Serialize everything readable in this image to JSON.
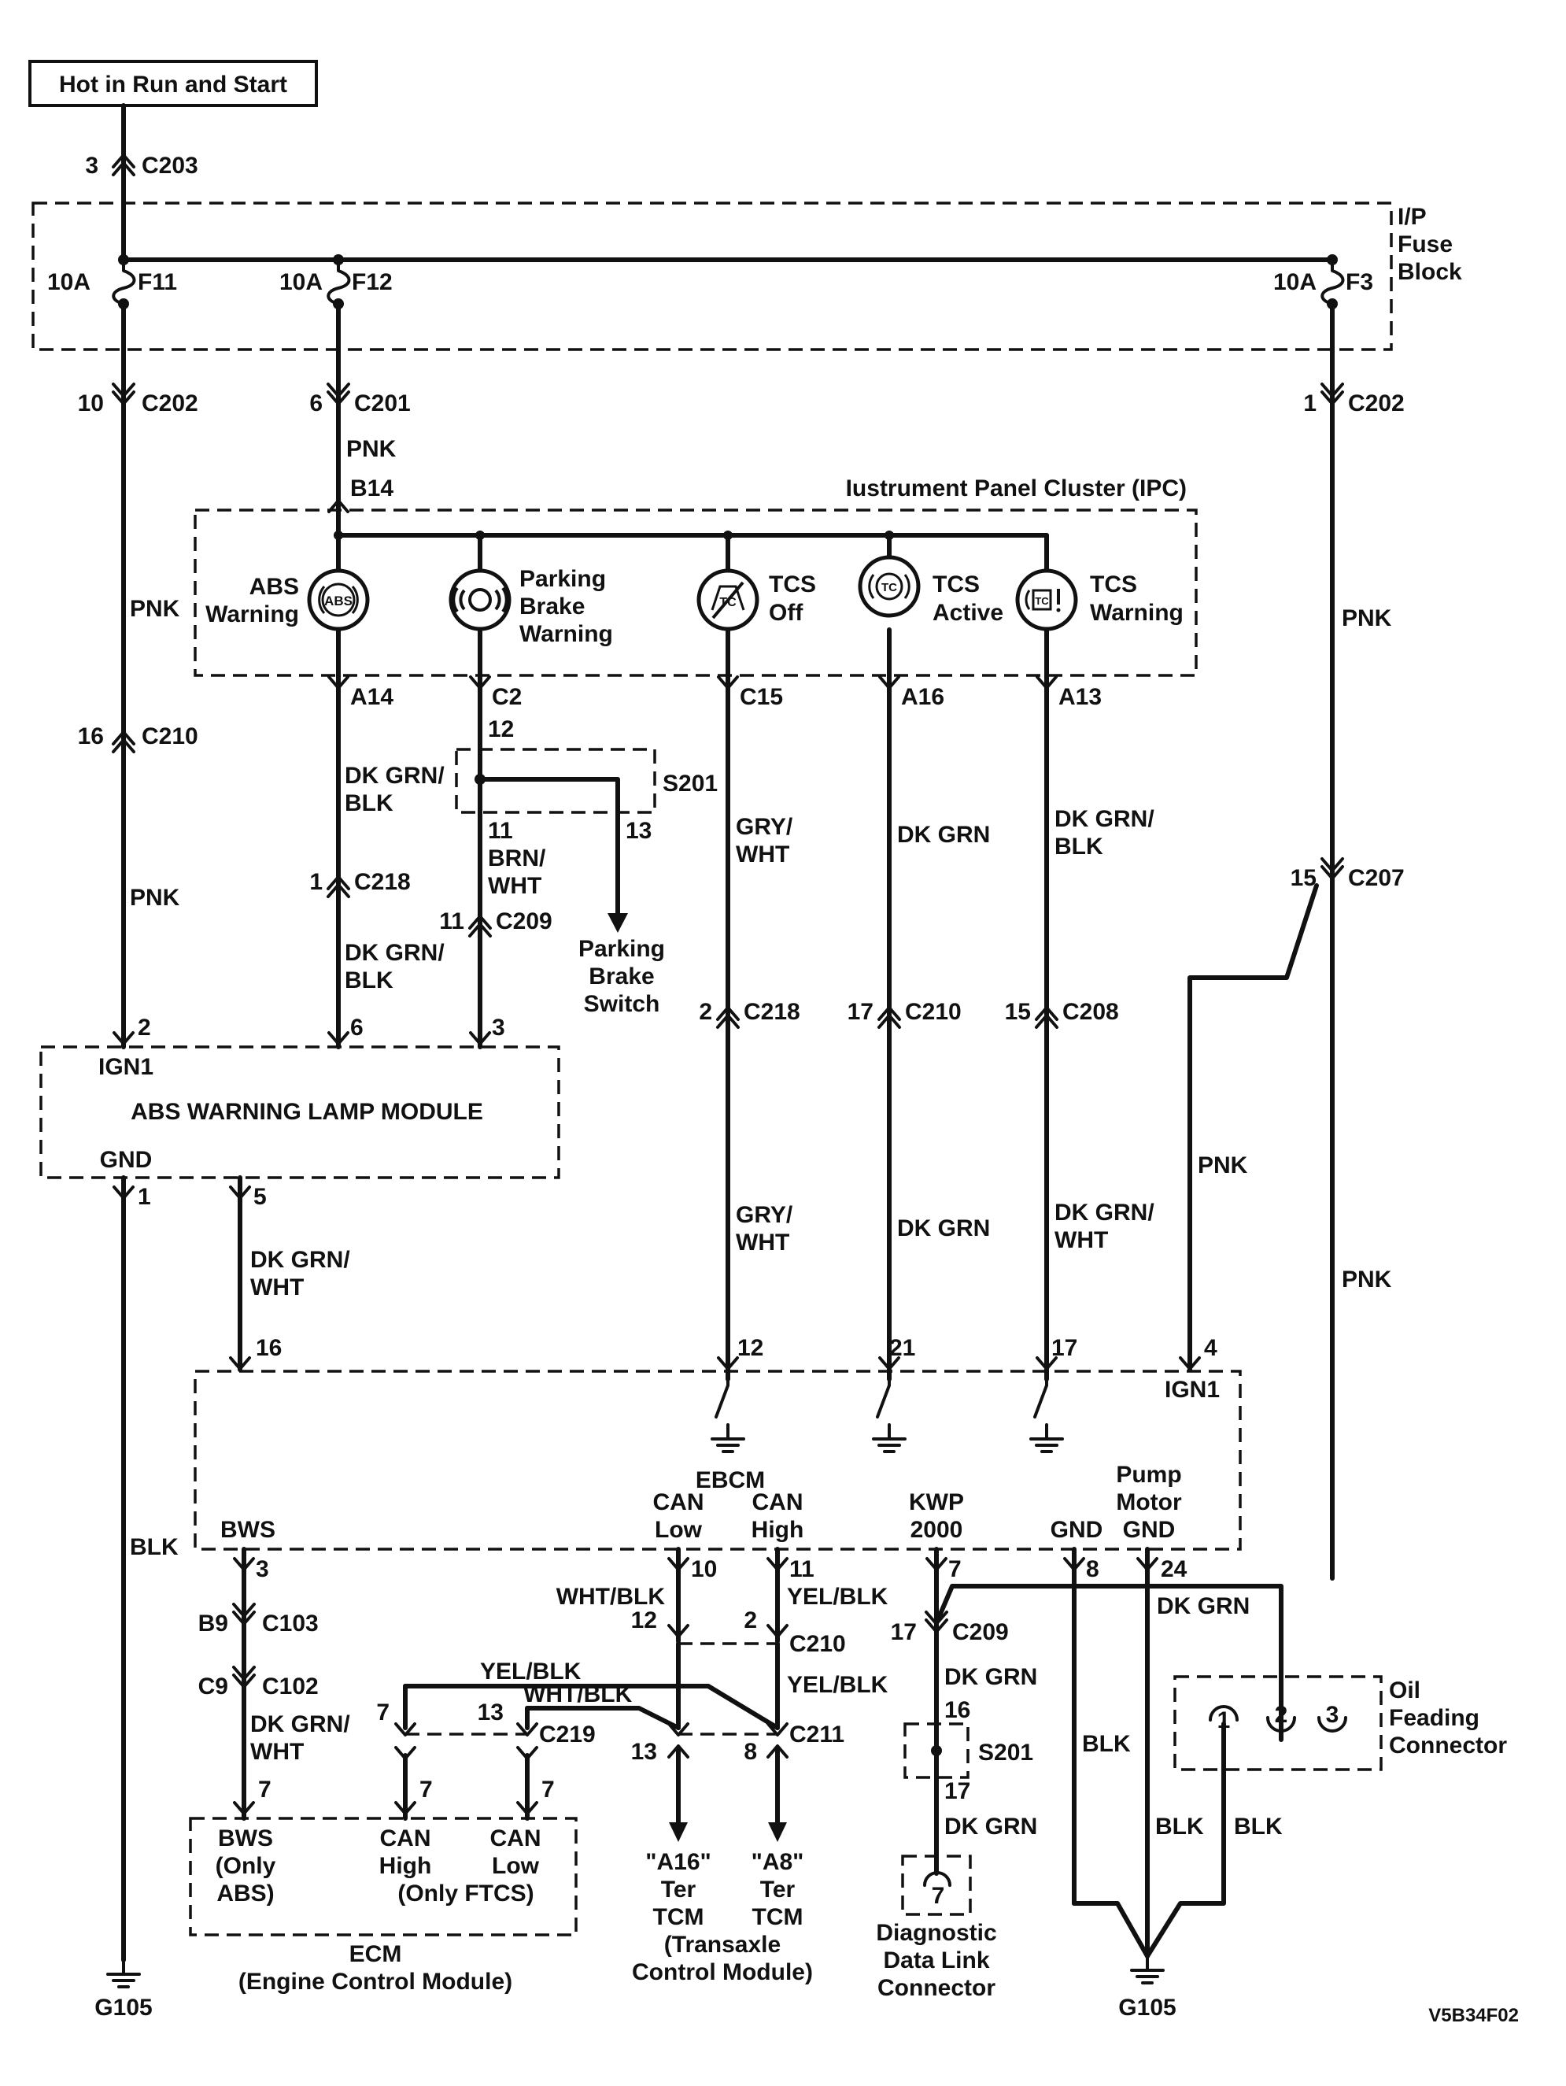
{
  "header": {
    "power_label": "Hot in Run and Start"
  },
  "fuse_block": {
    "label_line1": "I/P",
    "label_line2": "Fuse",
    "label_line3": "Block",
    "fuses": [
      {
        "rating": "10A",
        "name": "F11"
      },
      {
        "rating": "10A",
        "name": "F12"
      },
      {
        "rating": "10A",
        "name": "F3"
      }
    ]
  },
  "connectors": {
    "c203_top": {
      "pin": "3",
      "name": "C203"
    },
    "c202_left": {
      "pin": "10",
      "name": "C202"
    },
    "c201": {
      "pin": "6",
      "name": "C201"
    },
    "c202_right": {
      "pin": "1",
      "name": "C202"
    },
    "c210_left": {
      "pin": "16",
      "name": "C210"
    },
    "c218_abs": {
      "pin": "1",
      "name": "C218"
    },
    "c209_park": {
      "pin": "11",
      "name": "C209"
    },
    "c207": {
      "pin": "15",
      "name": "C207"
    },
    "c218_tcs": {
      "pin": "2",
      "name": "C218"
    },
    "c210_tcs": {
      "pin": "17",
      "name": "C210"
    },
    "c208": {
      "pin": "15",
      "name": "C208"
    },
    "c103": {
      "pin": "B9",
      "name": "C103"
    },
    "c102": {
      "pin": "C9",
      "name": "C102"
    },
    "c219_a": {
      "pin": "7"
    },
    "c219_b": {
      "pin": "13",
      "name": "C219"
    },
    "c210_can": {
      "pin_a": "12",
      "pin_b": "2",
      "name": "C210"
    },
    "c211": {
      "pin_a": "13",
      "pin_b": "8",
      "name": "C211"
    },
    "c209_kwp": {
      "pin": "17",
      "name": "C209"
    }
  },
  "wires": {
    "pnk": "PNK",
    "dk_grn_blk_1": "DK GRN/",
    "dk_grn_blk_2": "BLK",
    "brn_wht_1": "BRN/",
    "brn_wht_2": "WHT",
    "gry_wht_1": "GRY/",
    "gry_wht_2": "WHT",
    "dk_grn": "DK GRN",
    "dk_grn_wht_1": "DK GRN/",
    "dk_grn_wht_2": "WHT",
    "blk": "BLK",
    "wht_blk": "WHT/BLK",
    "yel_blk": "YEL/BLK"
  },
  "ipc": {
    "title": "Iustrument Panel Cluster (IPC)",
    "pin_top": "B14",
    "lamps": [
      {
        "name_1": "ABS",
        "name_2": "Warning",
        "pin": "A14",
        "icon": "abs-lamp"
      },
      {
        "name_1": "Parking",
        "name_2": "Brake",
        "name_3": "Warning",
        "pin": "C2",
        "icon": "brake-lamp"
      },
      {
        "name_1": "TCS",
        "name_2": "Off",
        "pin": "C15",
        "icon": "tcs-off-lamp"
      },
      {
        "name_1": "TCS",
        "name_2": "Active",
        "pin": "A16",
        "icon": "tcs-active-lamp"
      },
      {
        "name_1": "TCS",
        "name_2": "Warning",
        "pin": "A13",
        "icon": "tcs-warning-lamp"
      }
    ]
  },
  "splice_s201_top": {
    "name": "S201",
    "pin_in": "12",
    "pin_out_a": "11",
    "pin_out_b": "13"
  },
  "parking_brake_switch": {
    "line1": "Parking",
    "line2": "Brake",
    "line3": "Switch"
  },
  "abs_module": {
    "title": "ABS WARNING LAMP MODULE",
    "ign_label": "IGN1",
    "gnd_label": "GND",
    "pins": {
      "ign": "2",
      "dkgrn_blk": "6",
      "brn_wht": "3",
      "gnd": "1",
      "out": "5"
    }
  },
  "ebcm": {
    "title": "EBCM",
    "pins_top": {
      "dkgrn_wht": "16",
      "gry_wht": "12",
      "dk_grn": "21",
      "dkgrn_wht_tcs": "17",
      "ign": "4"
    },
    "ign_label": "IGN1",
    "bws_label": "BWS",
    "can_low_1": "CAN",
    "can_low_2": "Low",
    "can_high_1": "CAN",
    "can_high_2": "High",
    "kwp_1": "KWP",
    "kwp_2": "2000",
    "gnd_label": "GND",
    "pump_1": "Pump",
    "pump_2": "Motor",
    "pump_3": "GND",
    "pins_bottom": {
      "bws": "3",
      "can_low": "10",
      "can_high": "11",
      "kwp": "7",
      "gnd": "8",
      "pump": "24"
    }
  },
  "ecm": {
    "title_1": "ECM",
    "title_2": "(Engine Control Module)",
    "bws_1": "BWS",
    "bws_2": "(Only",
    "bws_3": "ABS)",
    "canh_1": "CAN",
    "canh_2": "High",
    "canl_1": "CAN",
    "canl_2": "Low",
    "only_ftcs": "(Only FTCS)",
    "pins": {
      "bws": "7",
      "can_high": "7",
      "can_low": "7"
    }
  },
  "tcm": {
    "a16_1": "\"A16\"",
    "a16_2": "Ter",
    "a16_3": "TCM",
    "a8_1": "\"A8\"",
    "a8_2": "Ter",
    "a8_3": "TCM",
    "title_1": "(Transaxle",
    "title_2": "Control Module)"
  },
  "splice_s201_bottom": {
    "name": "S201",
    "pin_in": "16",
    "pin_out": "17"
  },
  "dlc": {
    "pin": "7",
    "line1": "Diagnostic",
    "line2": "Data Link",
    "line3": "Connector"
  },
  "oil_connector": {
    "line1": "Oil",
    "line2": "Feading",
    "line3": "Connector",
    "pins": [
      "1",
      "2",
      "3"
    ]
  },
  "grounds": {
    "left": "G105",
    "right": "G105"
  },
  "figure_code": "V5B34F02"
}
